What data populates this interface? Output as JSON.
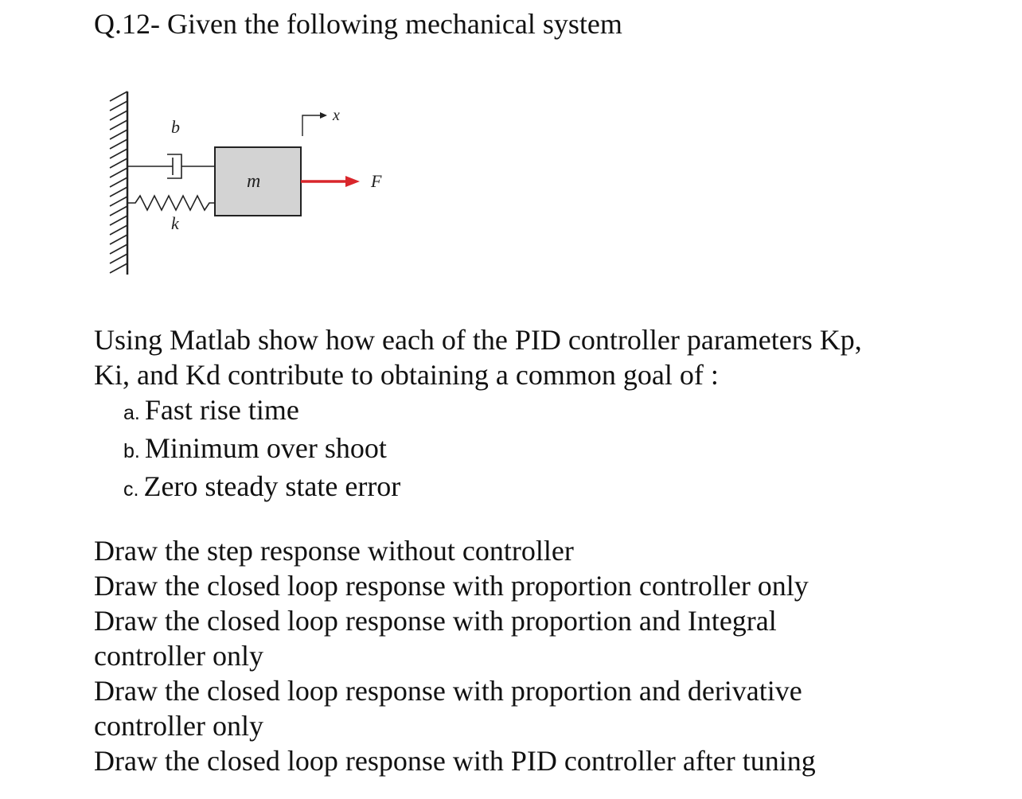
{
  "question": {
    "title": "Q.12- Given the following mechanical system"
  },
  "figure": {
    "labels": {
      "damper": "b",
      "spring": "k",
      "mass": "m",
      "displacement": "x",
      "force": "F"
    },
    "colors": {
      "mass_fill": "#d3d3d3",
      "force_arrow": "#d9262b",
      "stroke": "#222222"
    }
  },
  "prompt": {
    "line1": "Using Matlab show how each of the PID controller parameters Kp,",
    "line2": "Ki, and Kd contribute to obtaining a common goal of :"
  },
  "goals": [
    {
      "marker": "a.",
      "text": "Fast rise time"
    },
    {
      "marker": "b.",
      "text": "Minimum over shoot"
    },
    {
      "marker": "c.",
      "text": "Zero steady state error"
    }
  ],
  "tasks": [
    "Draw the step response without controller",
    "Draw the closed loop response with proportion controller only",
    "Draw the closed loop response with proportion and Integral",
    "controller only",
    "Draw the closed loop response with proportion and derivative",
    "controller only",
    "Draw the closed loop response with PID controller after tuning"
  ]
}
